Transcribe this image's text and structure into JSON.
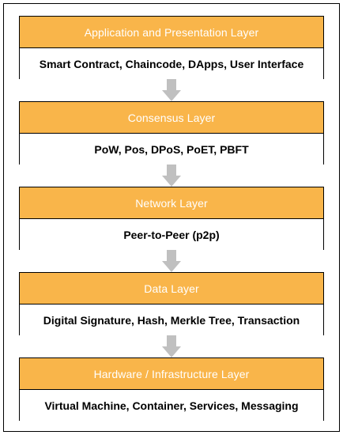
{
  "layers": [
    {
      "title": "Application and Presentation Layer",
      "content": "Smart Contract, Chaincode, DApps, User Interface"
    },
    {
      "title": "Consensus Layer",
      "content": "PoW, Pos, DPoS, PoET, PBFT"
    },
    {
      "title": "Network Layer",
      "content": "Peer-to-Peer (p2p)"
    },
    {
      "title": "Data Layer",
      "content": "Digital Signature, Hash, Merkle Tree, Transaction"
    },
    {
      "title": "Hardware / Infrastructure Layer",
      "content": "Virtual Machine, Container, Services, Messaging"
    }
  ],
  "colors": {
    "header_fill": "#f9b54a",
    "header_text": "#ffffff",
    "arrow": "#c0c0c0",
    "border": "#000000"
  }
}
